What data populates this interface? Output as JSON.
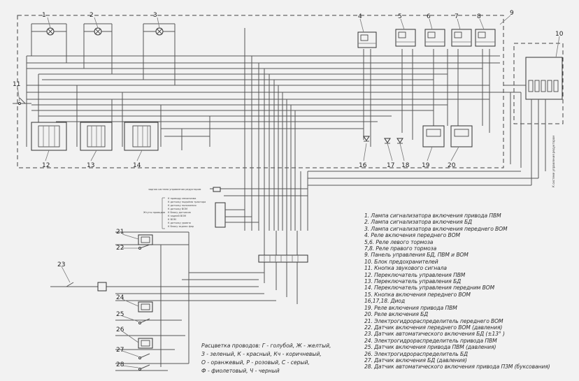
{
  "callouts": [
    "1",
    "2",
    "3",
    "4",
    "5",
    "6",
    "7",
    "8",
    "9",
    "10",
    "11",
    "12",
    "13",
    "14",
    "16",
    "17",
    "18",
    "19",
    "20",
    "21",
    "22",
    "23",
    "24",
    "25",
    "26",
    "27",
    "28"
  ],
  "side_label": "К системе управления редуктором",
  "mid_labels": [
    "задняя система управления редуктором",
    "К приводу механизма",
    "К датчику подъёма трактора",
    "К датчику положения",
    "К датчику ВОМ",
    "К блоку датчиков",
    "К задней ВОМ",
    "К ВОМ",
    "К датчику уровня",
    "К блоку задних фар"
  ],
  "mid_group_label": "Жгуты проводов",
  "legend": [
    "1. Лампа сигнализатора включения привода ПВМ",
    "2. Лампа сигнализатора включения БД",
    "3. Лампа сигнализатора включения переднего ВОМ",
    "4. Реле включения переднего ВОМ",
    "5,6. Реле левого тормоза",
    "7,8. Реле правого тормоза",
    "9. Панель управления БД, ПВМ и ВОМ",
    "10. Блок предохранителей",
    "11. Кнопка звукового сигнала",
    "12. Переключатель управления ПВМ",
    "13. Переключатель управления БД",
    "14. Переключатель управления передним ВОМ",
    "15. Кнопка включения переднего ВОМ",
    "16,17,18. Диод",
    "19. Реле включения привода ПВМ",
    "20. Реле включения БД",
    "21. Электрогидрораспределитель переднего ВОМ",
    "22. Датчик включения переднего ВОМ (давления)",
    "23. Датчик автоматического включения БД (±13° )",
    "24. Электрогидрораспределитель привода ПВМ",
    "25. Датчик включения привода ПВМ (давления)",
    "26. Электрогидрораспределитель БД",
    "27. Датчик включения БД (давления)",
    "28. Датчик автоматического включения привода ПЗМ (буксования)"
  ],
  "wire_colors": [
    "Расцветка проводов: Г - голубой, Ж - желтый,",
    "З - зеленый, К - красный, Кч - коричневый,",
    "О - оранжевый, Р - розовый, С - серый,",
    "Ф - фиолетовый, Ч - черный"
  ]
}
